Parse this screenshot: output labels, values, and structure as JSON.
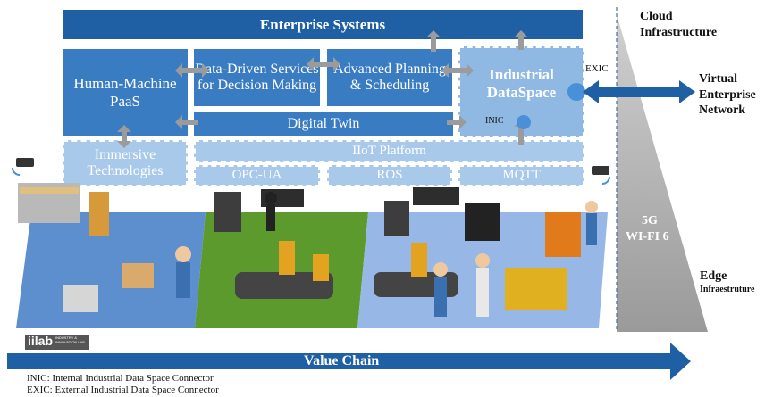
{
  "enterprise": {
    "title": "Enterprise Systems"
  },
  "modules": {
    "hm_paas": "Human-Machine PaaS",
    "data_driven": "Data-Driven Services for Decision Making",
    "planning": "Advanced Planning & Scheduling",
    "dataspace": "Industrial DataSpace",
    "digital_twin": "Digital Twin",
    "immersive": "Immersive Technologies",
    "iiot": "IIoT Platform",
    "opcua": "OPC-UA",
    "ros": "ROS",
    "mqtt": "MQTT"
  },
  "connectors": {
    "exic": "EXIC",
    "inic": "INIC"
  },
  "right": {
    "cloud": "Cloud Infrastructure",
    "ven": "Virtual Enterprise Network",
    "g5": "5G",
    "wifi": "WI-FI 6",
    "edge": "Edge",
    "edge_sub": "Infraestruture"
  },
  "logo": {
    "text": "iilab",
    "sub": "INDUSTRY & INNOVATION LAB"
  },
  "value_chain": "Value Chain",
  "legend": {
    "inic": "INIC: Internal Industrial Data Space Connector",
    "exic": "EXIC: External Industrial Data Space Connector"
  },
  "colors": {
    "dark_blue": "#1f5fa3",
    "mid_blue": "#3a7cc2",
    "light_blue": "#8fb8e3",
    "grey": "#a6a6a6",
    "green": "#5c9a2e"
  }
}
